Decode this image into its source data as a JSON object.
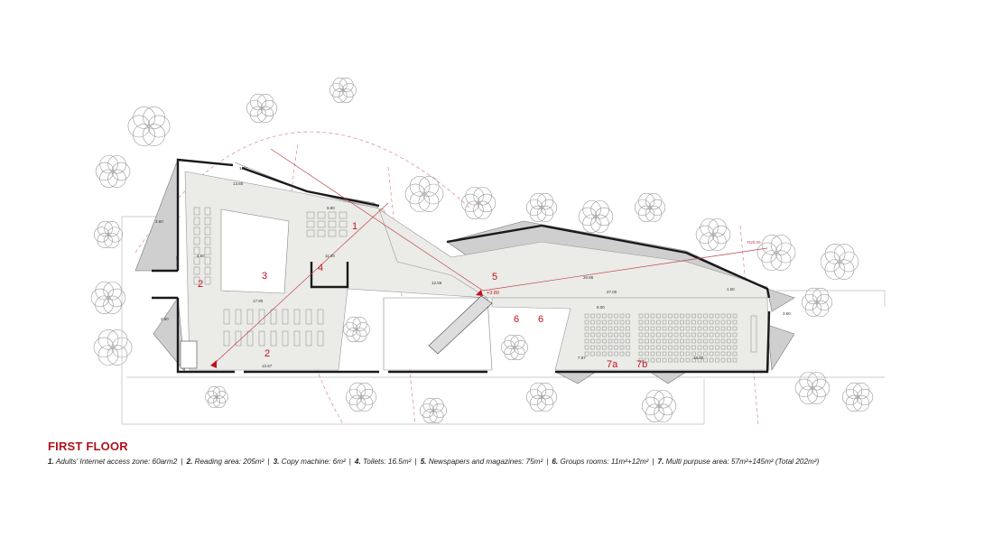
{
  "title": "FIRST FLOOR",
  "legend": [
    {
      "num": "1.",
      "text": "Adults' Internet access zone: 60arm2"
    },
    {
      "num": "2.",
      "text": "Reading area: 205m²"
    },
    {
      "num": "3.",
      "text": "Copy machine: 6m²"
    },
    {
      "num": "4.",
      "text": "Toilets: 16.5m²"
    },
    {
      "num": "5.",
      "text": "Newspapers and magazines: 75m²"
    },
    {
      "num": "6.",
      "text": "Groups rooms: 11m²+12m²"
    },
    {
      "num": "7.",
      "text": "Multi purpuse area: 57m²+145m² (Total 202m²)"
    }
  ],
  "separator": "|",
  "zone_labels": [
    "1",
    "2",
    "2",
    "3",
    "4",
    "5",
    "6",
    "6",
    "7a",
    "7b"
  ],
  "level_mark": "+3.80",
  "dimensions": [
    "13.60",
    "1.50",
    "9.80",
    "3.60",
    "4.60",
    "14.60",
    "2.60",
    "17.90",
    "12.67",
    "11.30",
    "12.56",
    "27.00",
    "20.86",
    "8.00",
    "7.87",
    "18.00",
    "3.60",
    "1.50",
    "R20.00"
  ],
  "colors": {
    "accent": "#b0121b",
    "floor": "#ebebe8",
    "wall": "#1a1a1a",
    "roof": "#c9c9c9"
  }
}
